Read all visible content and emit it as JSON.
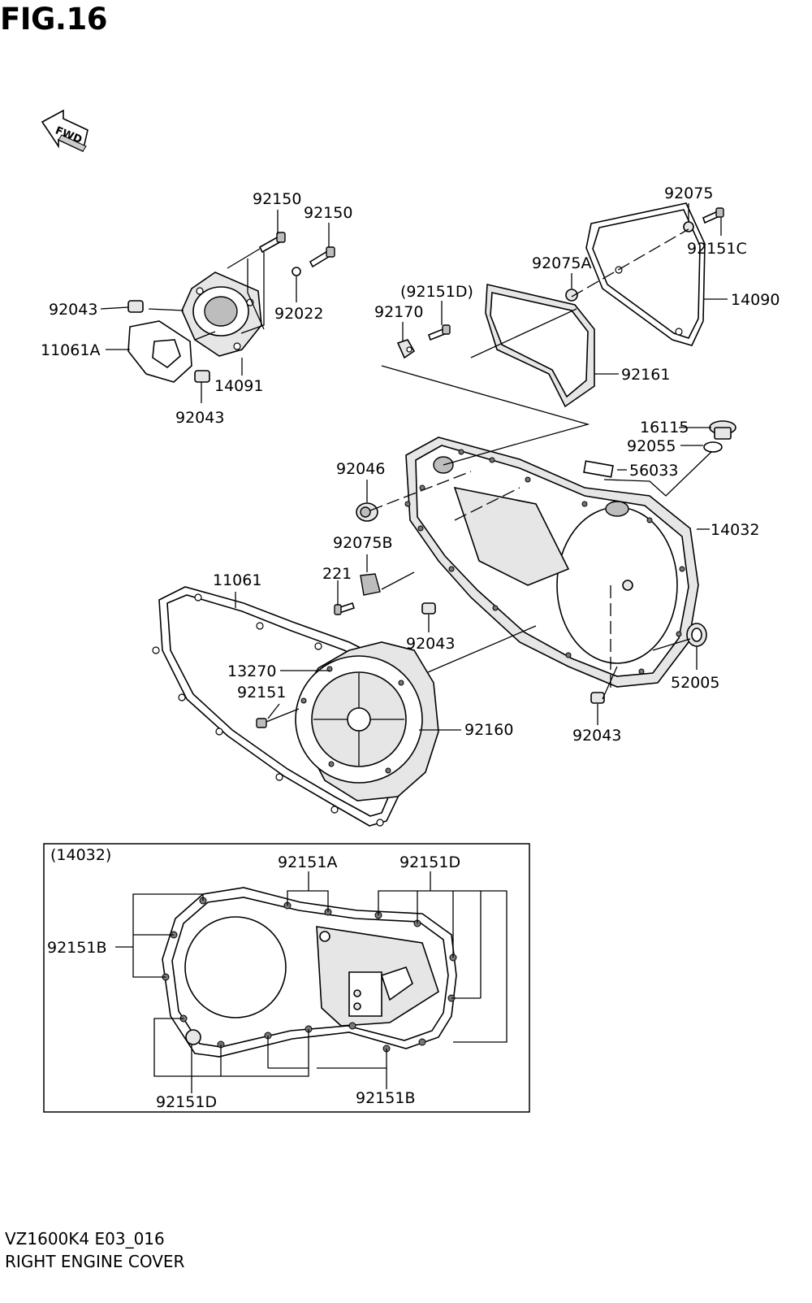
{
  "figure": {
    "title": "FIG.16",
    "code": "VZ1600K4 E03_016",
    "name": "RIGHT ENGINE COVER"
  },
  "fwd_label": "FWD",
  "callouts": {
    "p92150a": "92150",
    "p92150b": "92150",
    "p92022": "92022",
    "p92043a": "92043",
    "p11061A": "11061A",
    "p14091": "14091",
    "p92043b": "92043",
    "p92075": "92075",
    "p92151C": "92151C",
    "p92075A": "92075A",
    "p14090": "14090",
    "p92151D_top": "(92151D)",
    "p92170": "92170",
    "p92161": "92161",
    "p16115": "16115",
    "p92055": "92055",
    "p92046": "92046",
    "p56033": "56033",
    "p14032": "14032",
    "p92075B": "92075B",
    "p221": "221",
    "p11061": "11061",
    "p92043c": "92043",
    "p52005": "52005",
    "p13270": "13270",
    "p92151": "92151",
    "p92160": "92160",
    "p92043d": "92043"
  },
  "inset": {
    "label": "(14032)",
    "p92151A": "92151A",
    "p92151D_r": "92151D",
    "p92151B_l": "92151B",
    "p92151D_b": "92151D",
    "p92151B_b": "92151B"
  }
}
